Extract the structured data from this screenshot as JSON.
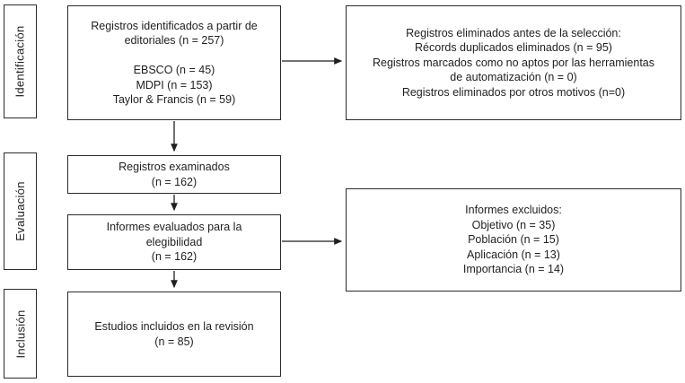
{
  "diagram": {
    "stages": {
      "identification": "Identificación",
      "evaluation": "Evaluación",
      "inclusion": "Inclusión"
    },
    "boxes": {
      "identified": {
        "lines": [
          "Registros identificados a partir de",
          "editoriales (n = 257)",
          "",
          "EBSCO (n = 45)",
          "MDPI (n = 153)",
          "Taylor & Francis (n = 59)"
        ]
      },
      "eliminated": {
        "lines": [
          "Registros eliminados antes de la selección:",
          "Récords duplicados eliminados (n = 95)",
          "Registros marcados como no aptos por las herramientas",
          "de automatización (n = 0)",
          "Registros eliminados por otros motivos (n=0)"
        ]
      },
      "examined": {
        "lines": [
          "Registros examinados",
          "(n = 162)"
        ]
      },
      "evaluated": {
        "lines": [
          "Informes evaluados para la",
          "elegibilidad",
          "(n = 162)"
        ]
      },
      "excluded": {
        "lines": [
          "Informes excluidos:",
          "Objetivo (n = 35)",
          "Población (n = 15)",
          "Aplicación (n = 13)",
          "Importancia (n = 14)"
        ]
      },
      "included": {
        "lines": [
          "Estudios incluidos en la revisión",
          "(n = 85)"
        ]
      }
    },
    "colors": {
      "border": "#2b2b2b",
      "text": "#1f1f1f",
      "arrow": "#1f1f1f",
      "background": "#ffffff"
    }
  }
}
